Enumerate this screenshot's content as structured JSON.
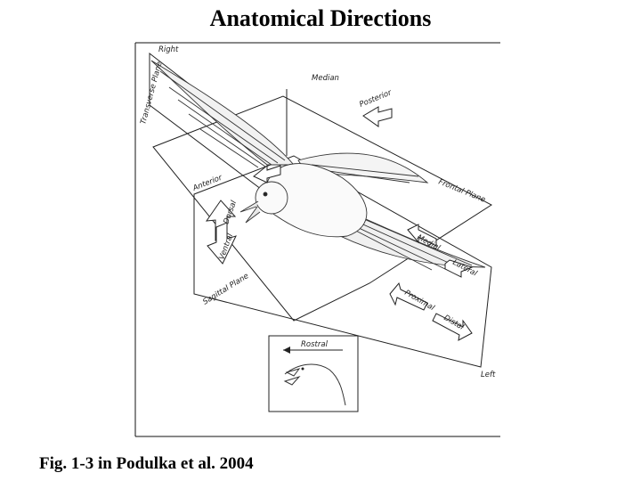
{
  "title": "Anatomical Directions",
  "caption": "Fig. 1-3 in Podulka et al. 2004",
  "figure": {
    "labels": {
      "right": "Right",
      "median": "Median",
      "transverse_plane": "Transverse Plane",
      "posterior": "Posterior",
      "anterior": "Anterior",
      "frontal_plane": "Frontal Plane",
      "dorsal": "Dorsal",
      "ventral": "Ventral",
      "medial": "Medial",
      "lateral": "Lateral",
      "proximal": "Proximal",
      "distal": "Distal",
      "sagittal_plane": "Sagittal Plane",
      "rostral": "Rostral",
      "left": "Left"
    }
  }
}
